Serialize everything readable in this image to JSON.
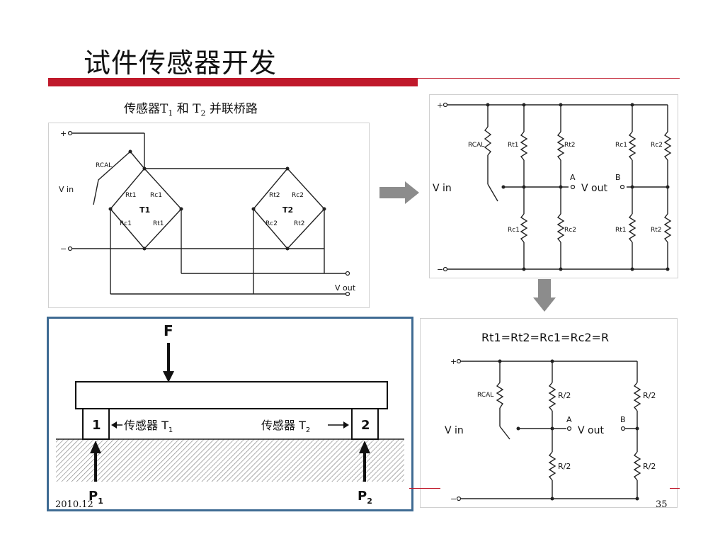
{
  "slide": {
    "title": "试件传感器开发",
    "date": "2010.12",
    "page_number": "35"
  },
  "bridge_diagram": {
    "caption_parts": [
      "传感器T",
      "1",
      " 和 T",
      "2",
      " 并联桥路"
    ],
    "plus": "+",
    "minus": "−",
    "vin": "V in",
    "vout": "V out",
    "rcal": "RCAL",
    "t1": "T1",
    "t2": "T2",
    "t1_resistors": [
      "Rt1",
      "Rc1",
      "Rc1",
      "Rt1"
    ],
    "t2_resistors": [
      "Rt2",
      "Rc2",
      "Rc2",
      "Rt2"
    ]
  },
  "equivalent_circuit": {
    "plus": "+",
    "minus": "−",
    "vin": "V in",
    "vout": "V out",
    "node_a": "A",
    "node_b": "B",
    "rcal": "RCAL",
    "top_resistors": [
      "Rt1",
      "Rt2",
      "Rc1",
      "Rc2"
    ],
    "bottom_resistors": [
      "Rc1",
      "Rc2",
      "Rt1",
      "Rt2"
    ]
  },
  "beam_diagram": {
    "force": "F",
    "sensor1_num": "1",
    "sensor2_num": "2",
    "sensor1_label": "传感器 T",
    "sensor1_sub": "1",
    "sensor2_label": "传感器 T",
    "sensor2_sub": "2",
    "p1": "P",
    "p1_sub": "1",
    "p2": "P",
    "p2_sub": "2"
  },
  "simplified_circuit": {
    "equation": "Rt1=Rt2=Rc1=Rc2=R",
    "plus": "+",
    "minus": "−",
    "vin": "V in",
    "vout": "V out",
    "node_a": "A",
    "node_b": "B",
    "rcal": "RCAL",
    "r_half": "R/2"
  },
  "colors": {
    "accent_red": "#c0192b",
    "arrow_gray": "#8c8c8c",
    "frame_blue": "#3f6b93"
  }
}
